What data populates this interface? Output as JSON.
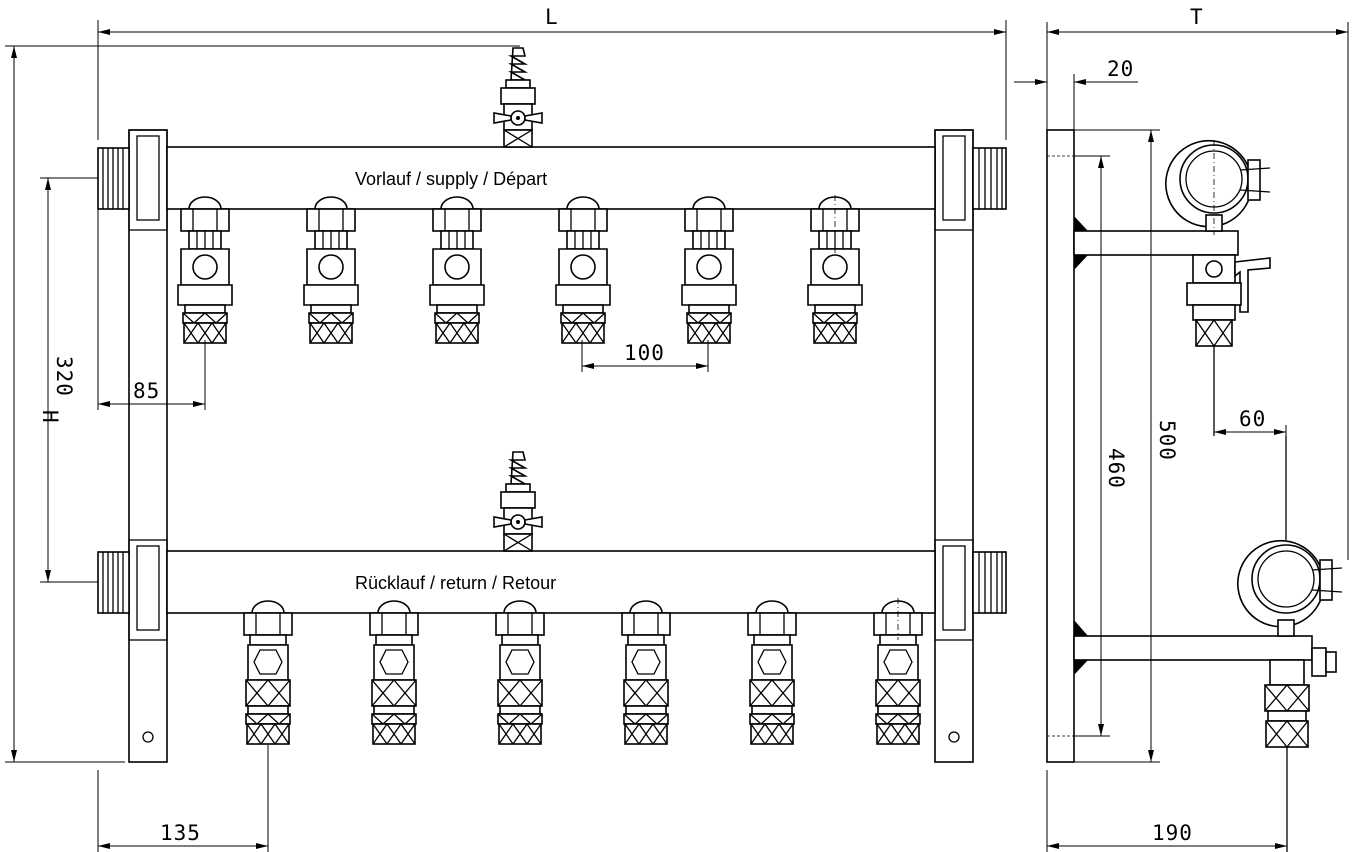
{
  "labels": {
    "supply": "Vorlauf / supply / Départ",
    "return": "Rücklauf / return / Retour"
  },
  "dimensions": {
    "L": "L",
    "T": "T",
    "H": "H",
    "d320": "320",
    "d85": "85",
    "d100": "100",
    "d135": "135",
    "d20": "20",
    "d460": "460",
    "d500": "500",
    "d60": "60",
    "d190": "190"
  },
  "outlets_per_bar": 6
}
